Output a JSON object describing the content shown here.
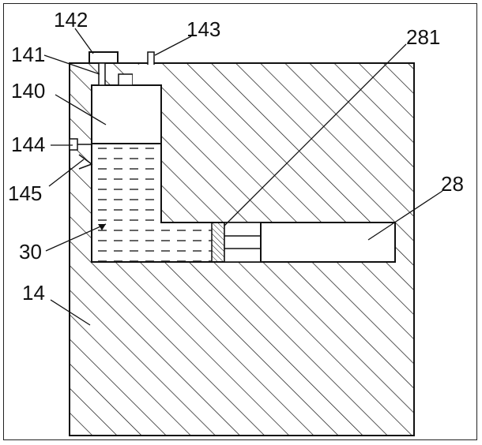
{
  "figure": {
    "labels": {
      "l142": "142",
      "l143": "143",
      "l141": "141",
      "l281": "281",
      "l140": "140",
      "l144": "144",
      "l145": "145",
      "l28": "28",
      "l30": "30",
      "l14": "14"
    },
    "colors": {
      "stroke": "#111111",
      "background": "#ffffff"
    }
  }
}
